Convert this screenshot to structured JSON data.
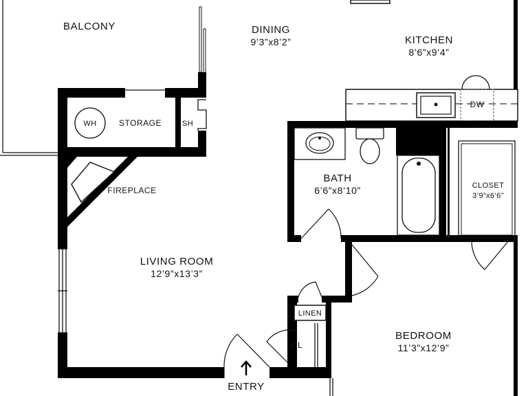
{
  "rooms": {
    "balcony": {
      "name": "BALCONY"
    },
    "dining": {
      "name": "DINING",
      "dims": "9’3”x8’2”"
    },
    "kitchen": {
      "name": "KITCHEN",
      "dims": "8’6”x9’4”"
    },
    "bath": {
      "name": "BATH",
      "dims": "6’6”x8’10”"
    },
    "closet": {
      "name": "CLOSET",
      "dims": "3’9”x6’6”"
    },
    "living_room": {
      "name": "LIVING ROOM",
      "dims": "12’9”x13’3”"
    },
    "bedroom": {
      "name": "BEDROOM",
      "dims": "11’3”x12’9”"
    }
  },
  "labels": {
    "storage": "STORAGE",
    "water_heater": "WH",
    "shelf": "SH",
    "fireplace": "FIREPLACE",
    "dishwasher": "DW",
    "linen": "LINEN",
    "coat_closet": "CL",
    "entry": "ENTRY"
  }
}
